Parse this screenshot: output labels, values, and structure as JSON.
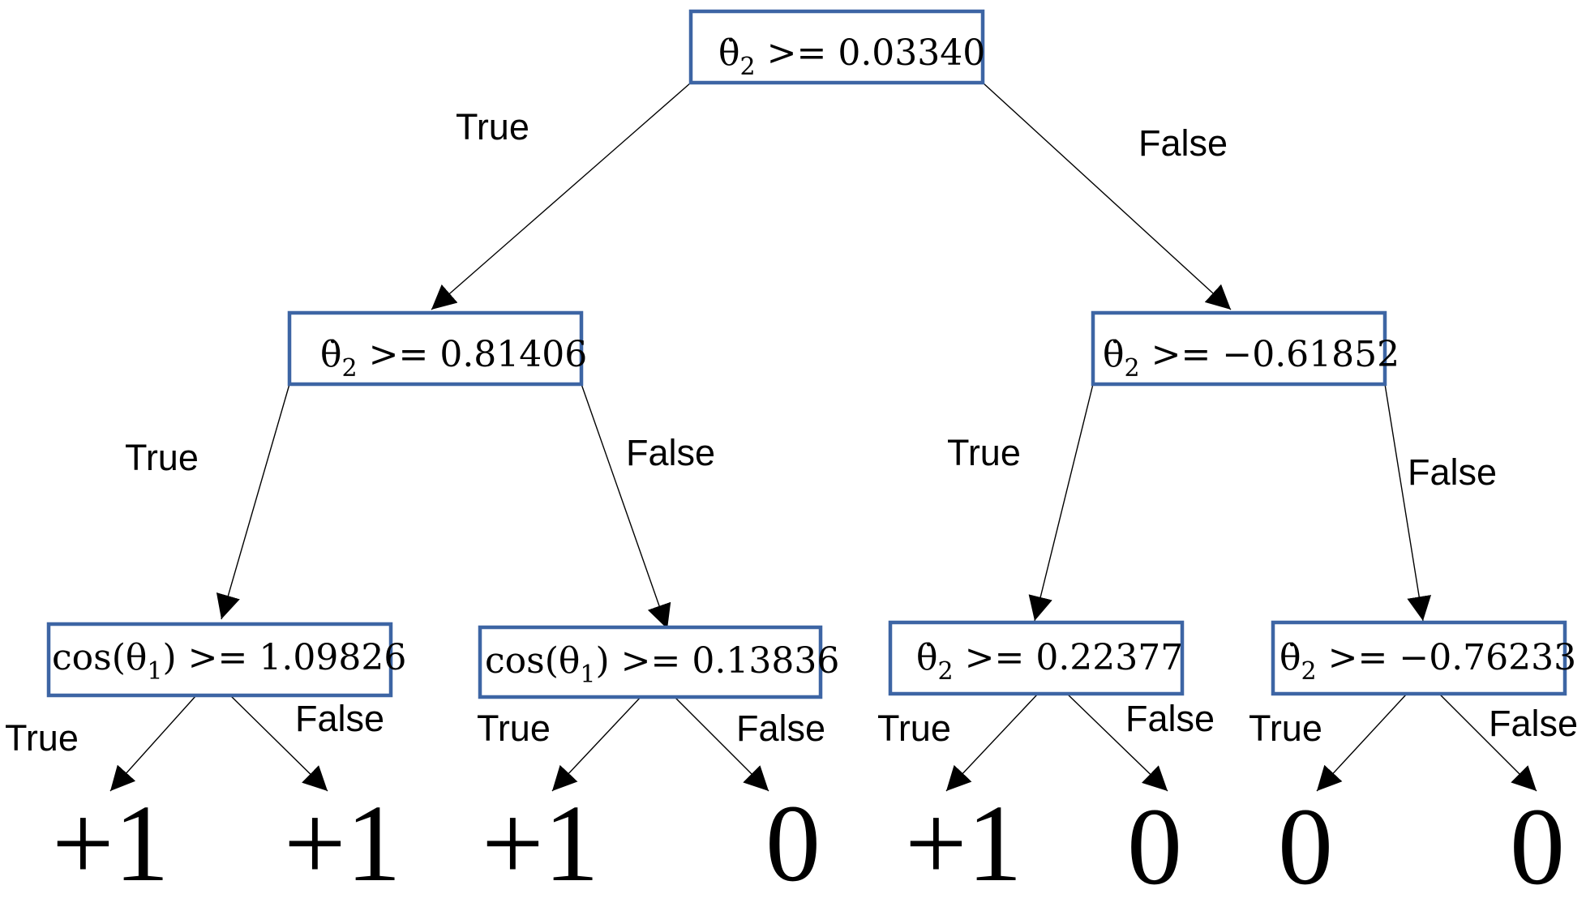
{
  "nodes": {
    "root": {
      "var": "θ̇",
      "sub": "2",
      "op": ">=",
      "value": "0.03340"
    },
    "l": {
      "var": "θ̇",
      "sub": "2",
      "op": ">=",
      "value": "0.81406"
    },
    "r": {
      "var": "θ̇",
      "sub": "2",
      "op": ">=",
      "value": "−0.61852"
    },
    "ll": {
      "fn": "cos(θ",
      "sub": "1",
      "close": ")",
      "op": ">=",
      "value": "1.09826"
    },
    "lr": {
      "fn": "cos(θ",
      "sub": "1",
      "close": ")",
      "op": ">=",
      "value": "0.13836"
    },
    "rl": {
      "var": "θ̇",
      "sub": "2",
      "op": ">=",
      "value": "0.22377"
    },
    "rr": {
      "var": "θ̇",
      "sub": "2",
      "op": ">=",
      "value": "−0.76233"
    }
  },
  "edge_labels": {
    "true": "True",
    "false": "False"
  },
  "leaves": [
    "+1",
    "+1",
    "+1",
    "0",
    "+1",
    "0",
    "0",
    "0"
  ],
  "colors": {
    "box_border": "#3d65a4",
    "line": "#000000",
    "text": "#000000"
  }
}
